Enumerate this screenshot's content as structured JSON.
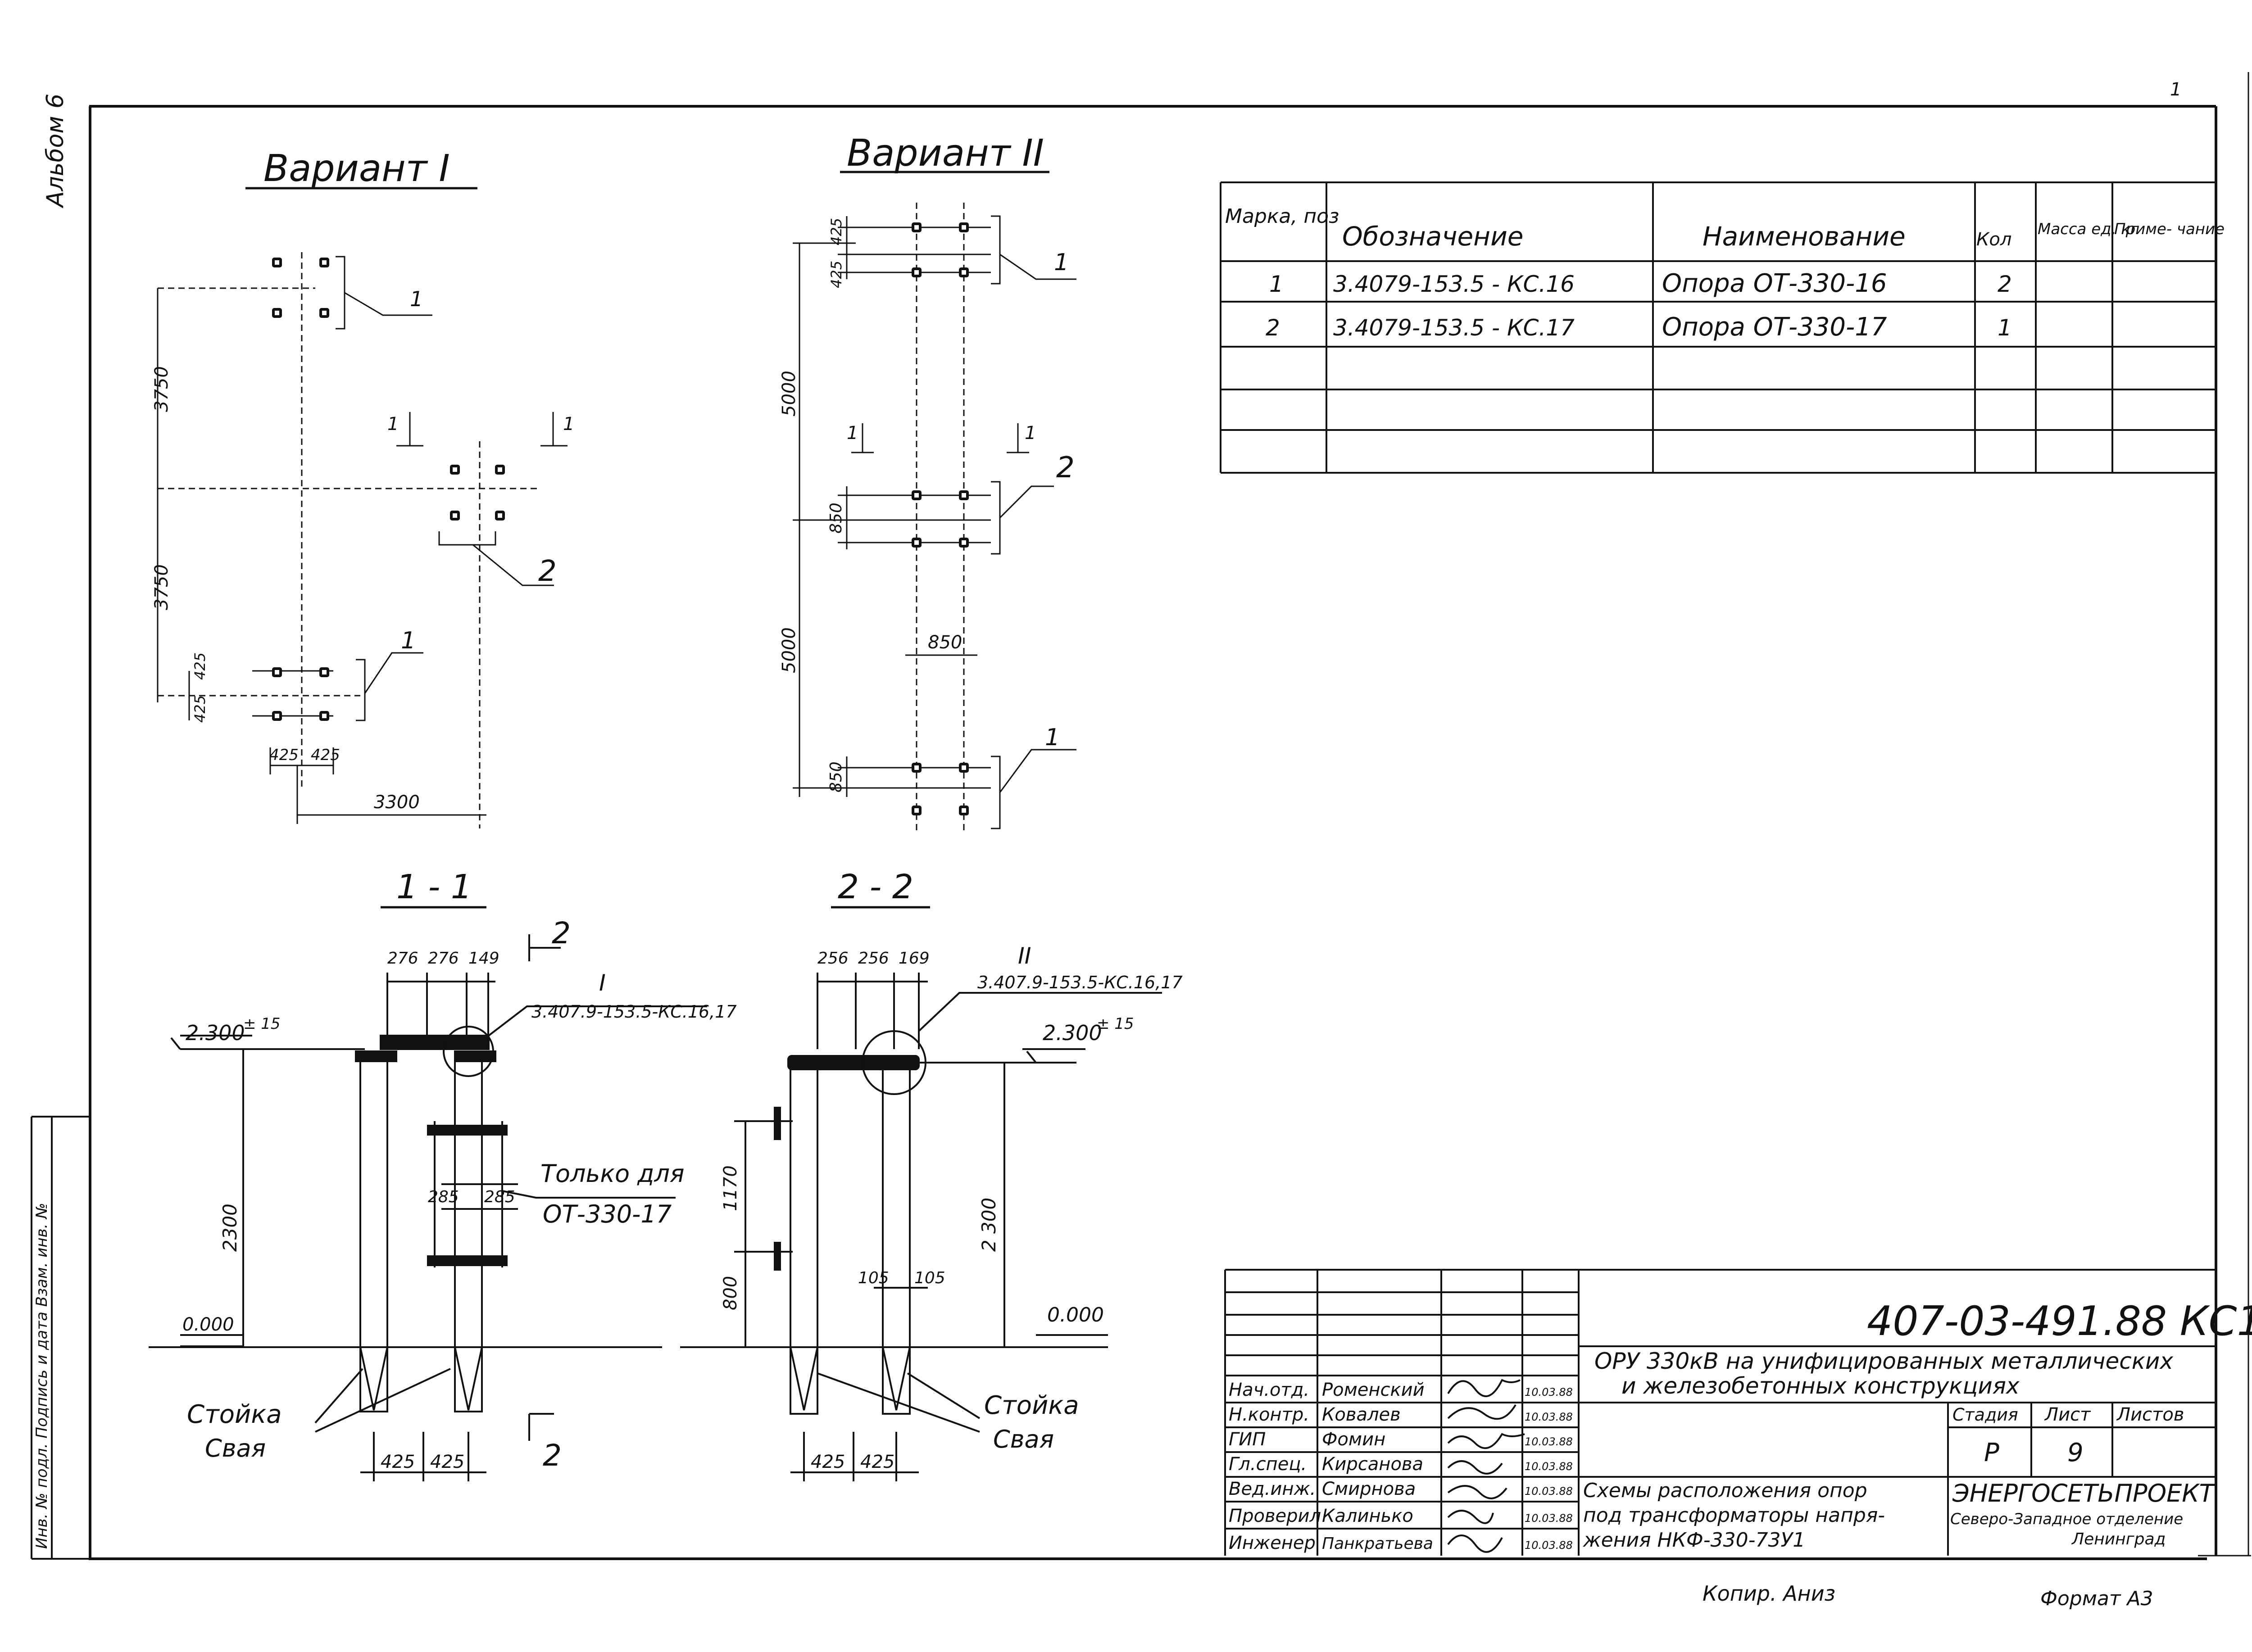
{
  "album_label": "Альбом 6",
  "corner_mark": "1",
  "variant1": {
    "title": "Вариант I",
    "dims": {
      "d3750a": "3750",
      "d3750b": "3750",
      "d425v1": "425",
      "d425v2": "425",
      "d425h1": "425",
      "d425h2": "425",
      "d3300": "3300"
    },
    "callouts": {
      "top": "1",
      "mid": "2",
      "bot": "1"
    },
    "sec_left": "1",
    "sec_right": "1"
  },
  "variant2": {
    "title": "Вариант II",
    "dims": {
      "d425a": "425",
      "d425b": "425",
      "d5000a": "5000",
      "d850a": "850",
      "d5000b": "5000",
      "d850h": "850",
      "d850b": "850"
    },
    "callouts": {
      "top": "1",
      "mid": "2",
      "bot": "1"
    },
    "sec_left": "1",
    "sec_right": "1"
  },
  "spec_table": {
    "headers": [
      "Марка, поз",
      "Обозначение",
      "Наименование",
      "Кол",
      "Масса ед, кг",
      "Приме- чание"
    ],
    "rows": [
      [
        "1",
        "3.4079-153.5 - КС.16",
        "Опора  ОТ-330-16",
        "2",
        "",
        ""
      ],
      [
        "2",
        "3.4079-153.5 - КС.17",
        "Опора  ОТ-330-17",
        "1",
        "",
        ""
      ]
    ]
  },
  "section11": {
    "title": "1 - 1",
    "cut_label": "2",
    "cut_label_bottom": "2",
    "elev_top": "2.300",
    "elev_top_tol": "± 15",
    "elev_zero": "0.000",
    "dim_2300": "2300",
    "dims_top": [
      "276",
      "276",
      "149"
    ],
    "detail_roman": "I",
    "detail_ref": "3.407.9-153.5-КС.16,17",
    "only_for_1": "Только для",
    "only_for_2": "ОТ-330-17",
    "dims_285": [
      "285",
      "285"
    ],
    "dims_bottom": [
      "425",
      "425"
    ],
    "label_stoika": "Стойка",
    "label_svaya": "Свая"
  },
  "section22": {
    "title": "2 - 2",
    "elev_top": "2.300",
    "elev_top_tol": "± 15",
    "elev_zero": "0.000",
    "dim_2300": "2 300",
    "dim_1170": "1170",
    "dim_800": "800",
    "dims_top": [
      "256",
      "256",
      "169"
    ],
    "detail_roman": "II",
    "detail_ref": "3.407.9-153.5-КС.16,17",
    "dims_105": [
      "105",
      "105"
    ],
    "dims_bottom": [
      "425",
      "425"
    ],
    "label_stoika": "Стойка",
    "label_svaya": "Свая"
  },
  "side_stamp": "Инв. № подл.  Подпись и дата  Взам. инв. №",
  "title_block": {
    "code": "407-03-491.88 КС1",
    "project_1": "ОРУ 330кВ на унифицированных металлических",
    "project_2": "и железобетонных  конструкциях",
    "drawing_1": "Схемы  расположения  опор",
    "drawing_2": "под трансформаторы напря-",
    "drawing_3": "жения  НКФ-330-73У1",
    "stage_hdr": "Стадия",
    "sheet_hdr": "Лист",
    "sheets_hdr": "Листов",
    "stage": "Р",
    "sheet": "9",
    "org_1": "ЭНЕРГОСЕТЬПРОЕКТ",
    "org_2": "Северо-Западное отделение",
    "org_3": "Ленинград",
    "staff": [
      {
        "role": "Нач.отд.",
        "name": "Роменский",
        "date": "10.03.88"
      },
      {
        "role": "Н.контр.",
        "name": "Ковалев",
        "date": "10.03.88"
      },
      {
        "role": "ГИП",
        "name": "Фомин",
        "date": "10.03.88"
      },
      {
        "role": "Гл.спец.",
        "name": "Кирсанова",
        "date": "10.03.88"
      },
      {
        "role": "Вед.инж.",
        "name": "Смирнова",
        "date": "10.03.88"
      },
      {
        "role": "Проверил",
        "name": "Калинько",
        "date": "10.03.88"
      },
      {
        "role": "Инженер",
        "name": "Панкратьева",
        "date": "10.03.88"
      }
    ]
  },
  "footer_copied": "Копир.   Аниз",
  "footer_format": "Формат А3"
}
